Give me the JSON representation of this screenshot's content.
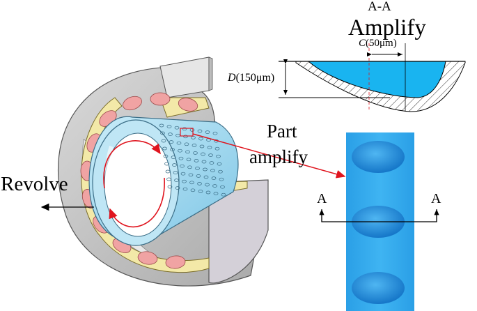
{
  "labels": {
    "section": "A-A",
    "amplify": "Amplify",
    "c_letter": "C",
    "c_value": "(50μm)",
    "d_letter": "D",
    "d_value": "(150μm)",
    "part": "Part",
    "part_amplify": "amplify",
    "revolve": "Revolve",
    "marker_left": "A",
    "marker_right": "A"
  },
  "colors": {
    "outer_ring": "#c9c9c9",
    "cage": "#f3e9a8",
    "rollers": "#f0a3a3",
    "inner_ring": "#a9d9ee",
    "texture_strip": "#2ea3e8",
    "dimple": "#1f8fdd",
    "section_fill": "#19b4f0",
    "arrow_red": "#e0141e"
  }
}
